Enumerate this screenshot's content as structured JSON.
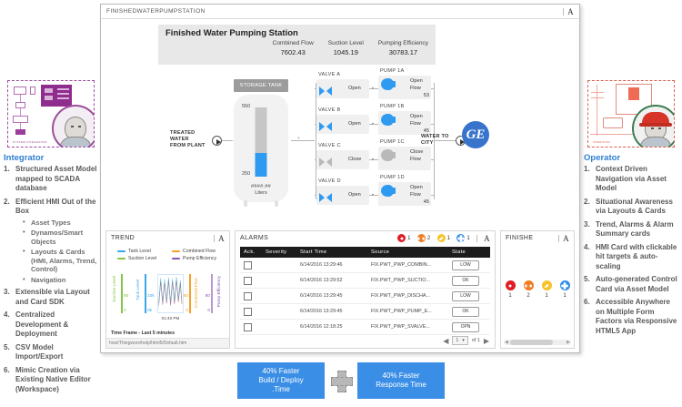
{
  "window": {
    "breadcrumb": "FINISHEDWATERPUMPSTATION",
    "font_icon": "A"
  },
  "header_card": {
    "title": "Finished Water Pumping Station",
    "metrics": [
      {
        "label": "Combined Flow",
        "value": "7602.43"
      },
      {
        "label": "Suction Level",
        "value": "1045.19"
      },
      {
        "label": "Pumping Efficiency",
        "value": "30783.17"
      }
    ]
  },
  "diagram": {
    "inlet_label": "TREATED\nWATER\nFROM PLANT",
    "inlet_label_lines": [
      "TREATED",
      "WATER",
      "FROM PLANT"
    ],
    "outlet_label_lines": [
      "WATER TO",
      "CITY"
    ],
    "tank": {
      "title": "STORAGE TANK",
      "max_tick": "550",
      "min_tick": "250",
      "value": "####.##",
      "units": "Liters",
      "fill_percent": 34
    },
    "valves": [
      {
        "name": "VALVE A",
        "state": "Open",
        "open": true
      },
      {
        "name": "VALVE B",
        "state": "Open",
        "open": true
      },
      {
        "name": "VALVE C",
        "state": "Close",
        "open": false
      },
      {
        "name": "VALVE D",
        "state": "Open",
        "open": true
      }
    ],
    "pumps": [
      {
        "name": "PUMP 1A",
        "state": "Open",
        "flow_label": "Flow",
        "flow": "53",
        "running": true
      },
      {
        "name": "PUMP 1B",
        "state": "Open",
        "flow_label": "Flow",
        "flow": "45",
        "running": true
      },
      {
        "name": "PUMP 1C",
        "state": "Close",
        "flow_label": "Flow",
        "flow": "",
        "running": false
      },
      {
        "name": "PUMP 1D",
        "state": "Open",
        "flow_label": "Flow",
        "flow": "45",
        "running": true
      }
    ],
    "brand": "GE"
  },
  "trend_card": {
    "title": "TREND",
    "font_icon": "A",
    "time_frame": "Time Frame - Last 5 minutes",
    "status_url": "host/Thingworx/help/html5/Default.htm"
  },
  "chart_data": {
    "type": "line",
    "title": "TREND",
    "xlabel": "",
    "time_label": "01:40 PM",
    "grid": false,
    "legend_position": "top",
    "series": [
      {
        "name": "Tank Level",
        "color": "#3ba7e8",
        "axis": "Tank Level",
        "axis_min": "0k",
        "axis_max": "10k",
        "values": [
          2,
          9,
          3,
          9.5,
          3.5,
          9.2,
          3,
          9.4,
          3.2,
          9.3,
          4
        ]
      },
      {
        "name": "Combined Flow",
        "color": "#f6a02a",
        "axis": "Combined Flow",
        "axis_min": "0",
        "axis_max": "80",
        "values": [
          3,
          8.5,
          2.8,
          9,
          3.2,
          8.8,
          2.9,
          9.1,
          3.1,
          8.9,
          3.6
        ]
      },
      {
        "name": "Suction Level",
        "color": "#84c44a",
        "axis": "Suction Level",
        "axis_min": "0",
        "axis_max": "80",
        "values": [
          2.5,
          8.8,
          3,
          8.6,
          3.4,
          9,
          2.7,
          8.7,
          3,
          9.2,
          3.8
        ]
      },
      {
        "name": "Pump Efficiency",
        "color": "#8a55b5",
        "axis": "Pump Efficiency",
        "axis_min": "0",
        "axis_max": "80",
        "values": [
          2.2,
          8.2,
          2.6,
          8.4,
          3,
          8.3,
          2.5,
          8.5,
          2.8,
          8.1,
          3.3
        ]
      }
    ]
  },
  "alarms_card": {
    "title": "ALARMS",
    "font_icon": "A",
    "counts": [
      {
        "severity": "critical",
        "color": "#e01b24",
        "count": "1"
      },
      {
        "severity": "high",
        "color": "#f07c22",
        "count": "2"
      },
      {
        "severity": "medium",
        "color": "#f6c32b",
        "count": "1"
      },
      {
        "severity": "low",
        "color": "#2e8ce8",
        "count": "1"
      }
    ],
    "columns": [
      "Ack.",
      "Severity",
      "Start Time",
      "Source",
      "State"
    ],
    "rows": [
      {
        "severity_color": "#e01b24",
        "severity_kind": "d1",
        "start_time": "6/14/2016 13:29:46",
        "source": "FIX.PWT_PWP_COMBIN...",
        "state": "LOW"
      },
      {
        "severity_color": "#f07c22",
        "severity_kind": "d2",
        "start_time": "6/14/2016 13:29:52",
        "source": "FIX.PWT_PWP_SUCTIO...",
        "state": "OK"
      },
      {
        "severity_color": "#f07c22",
        "severity_kind": "d2",
        "start_time": "6/14/2016 13:29:45",
        "source": "FIX.PWT_PWP_DISCHA...",
        "state": "LOW"
      },
      {
        "severity_color": "#f6c32b",
        "severity_kind": "d3",
        "start_time": "6/14/2016 13:29:45",
        "source": "FIX.PWT_PWP_PUMP_E...",
        "state": "OK"
      },
      {
        "severity_color": "#2e8ce8",
        "severity_kind": "d4",
        "start_time": "6/14/2016 12:18:25",
        "source": "FIX.PWT_PWP_SVALVE...",
        "state": "OPN"
      }
    ],
    "pager": {
      "prev": "◀",
      "page": "1",
      "of": "of 1",
      "next": "▶"
    }
  },
  "summary_card": {
    "title": "FINISHE",
    "font_icon": "A",
    "items": [
      {
        "color": "#e01b24",
        "kind": "d1",
        "count": "1"
      },
      {
        "color": "#f07c22",
        "kind": "d2",
        "count": "2"
      },
      {
        "color": "#f6c32b",
        "kind": "d3",
        "count": "1"
      },
      {
        "color": "#2e8ce8",
        "kind": "d4",
        "count": "1"
      }
    ]
  },
  "personas": {
    "integrator": {
      "card_caption": "SYSTEM INTEGRATOR",
      "title": "Integrator",
      "items": [
        {
          "text": "Structured Asset Model mapped to SCADA database"
        },
        {
          "text": "Efficient HMI Out of the Box",
          "sub": [
            "Asset Types",
            "Dynamos/Smart Objects",
            "Layouts & Cards (HMI, Alarms, Trend, Control)",
            "Navigation"
          ]
        },
        {
          "text": "Extensible via Layout and Card SDK"
        },
        {
          "text": "Centralized Development & Deployment"
        },
        {
          "text": "CSV Model Import/Export"
        },
        {
          "text": "Mimic Creation via Existing Native Editor (Workspace)"
        }
      ]
    },
    "operator": {
      "card_caption": "OPERATOR",
      "title": "Operator",
      "items": [
        {
          "text": "Context Driven Navigation via Asset Model"
        },
        {
          "text": "Situational Awareness via Layouts & Cards"
        },
        {
          "text": "Trend, Alarms & Alarm Summary cards"
        },
        {
          "text": "HMI Card with clickable hit targets & auto-scaling"
        },
        {
          "text": "Auto-generated Control Card via Asset Model"
        },
        {
          "text": "Accessible Anywhere on Multiple Form Factors via Responsive HTML5 App"
        }
      ]
    }
  },
  "benefits": {
    "left_lines": [
      "40% Faster",
      "Build / Deploy",
      ".Time"
    ],
    "operator_icon": "plus-icon",
    "right_lines": [
      "40% Faster",
      "Response Time"
    ]
  }
}
